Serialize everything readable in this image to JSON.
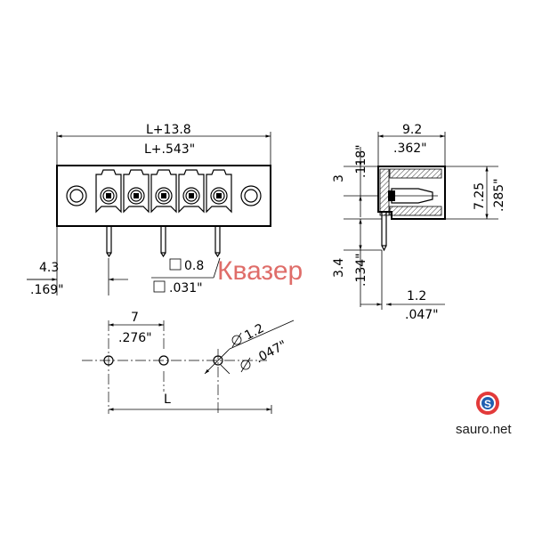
{
  "front_view": {
    "overall_mm": "L+13.8",
    "overall_in": "L+.543\"",
    "edge_to_pin_mm": "4.3",
    "edge_to_pin_in": ".169\"",
    "pin_square_mm": "0.8",
    "pin_square_in": ".031\""
  },
  "side_view": {
    "depth_mm": "9.2",
    "depth_in": ".362\"",
    "top_offset_mm": "3",
    "top_offset_in": ".118\"",
    "height_mm": "7.25",
    "height_in": ".285\"",
    "pin_length_mm": "3.4",
    "pin_length_in": ".134\"",
    "pin_offset_mm": "1.2",
    "pin_offset_in": ".047\""
  },
  "footprint": {
    "pitch_mm": "7",
    "pitch_in": ".276\"",
    "hole_dia_mm": "1.2",
    "hole_dia_in": ".047\"",
    "span_label": "L"
  },
  "watermark": "Квазер",
  "brand": {
    "name": "sauro.net",
    "logo_letter": "S",
    "logo_outer_color": "#e23a3a",
    "logo_inner_color": "#1f5fb0"
  }
}
